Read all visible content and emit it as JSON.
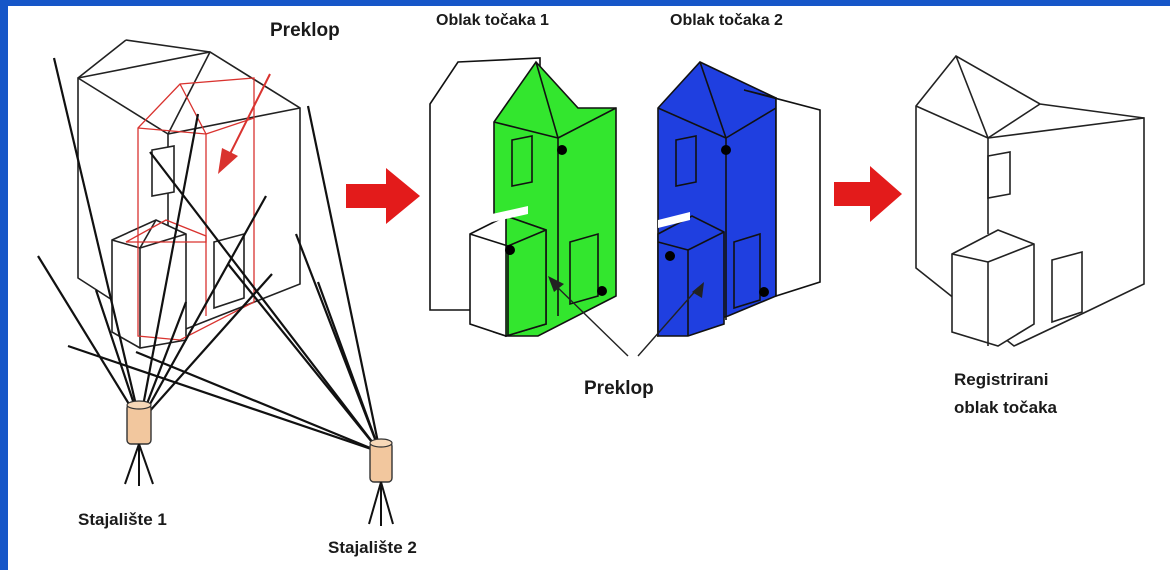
{
  "labels": {
    "overlap_top": "Preklop",
    "cloud1": "Oblak točaka 1",
    "cloud2": "Oblak točaka 2",
    "overlap_bottom": "Preklop",
    "registered_line1": "Registrirani",
    "registered_line2": "oblak točaka",
    "station1": "Stajalište 1",
    "station2": "Stajalište 2"
  },
  "colors": {
    "frame": "#1656c8",
    "overlap_red": "#d9332f",
    "arrow_red": "#e31b1b",
    "cloud1_green": "#33e62e",
    "cloud2_blue": "#1f3fe0",
    "scanner": "#f2c79e"
  }
}
